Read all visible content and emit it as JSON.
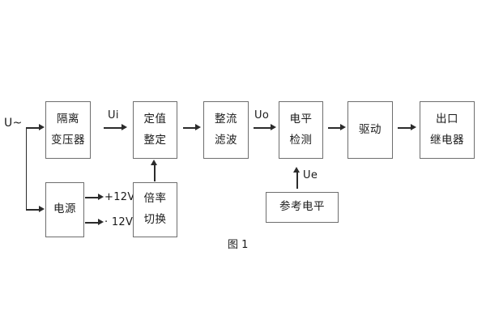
{
  "figure": {
    "caption": "图 1",
    "input_label": "U~",
    "signal_labels": {
      "ui": "Ui",
      "uo": "Uo",
      "ue": "Ue"
    },
    "power_rails": {
      "positive": "+12V",
      "negative": "· 12V"
    },
    "blocks": [
      {
        "id": "isolation-transformer",
        "lines": [
          "隔离",
          "变压器"
        ]
      },
      {
        "id": "setting-value",
        "lines": [
          "定值",
          "整定"
        ]
      },
      {
        "id": "rectifier-filter",
        "lines": [
          "整流",
          "滤波"
        ]
      },
      {
        "id": "level-detection",
        "lines": [
          "电平",
          "检测"
        ]
      },
      {
        "id": "driver",
        "lines": [
          "驱动"
        ]
      },
      {
        "id": "output-relay",
        "lines": [
          "出口",
          "继电器"
        ]
      },
      {
        "id": "power-supply",
        "lines": [
          "电源"
        ]
      },
      {
        "id": "multiplier-switch",
        "lines": [
          "倍率",
          "切换"
        ]
      },
      {
        "id": "reference-level",
        "lines": [
          "参考电平"
        ]
      }
    ],
    "colors": {
      "box_border": "#6e6e6e",
      "line": "#2b2b2b",
      "text": "#1a1a1a",
      "background": "#ffffff"
    }
  }
}
